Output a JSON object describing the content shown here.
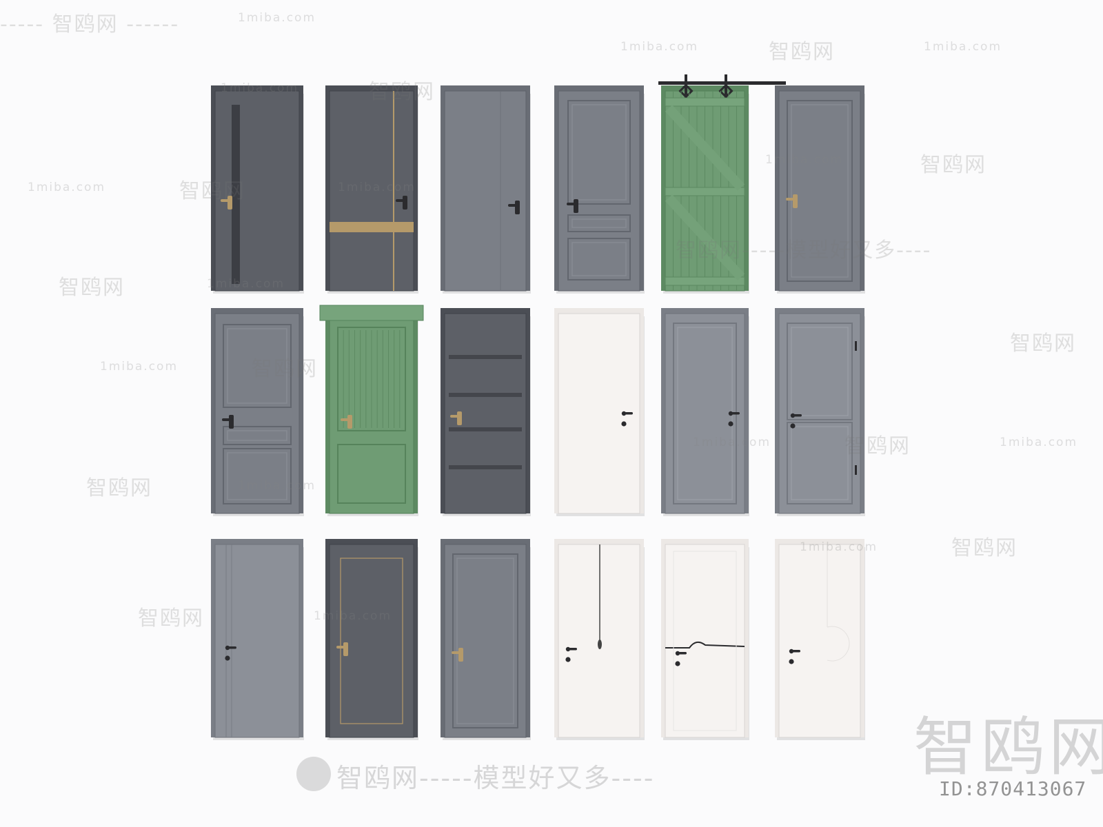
{
  "watermarks": {
    "brand_cn": "智鸥网",
    "brand_domain": "1miba.com",
    "slogan": "智鸥网-----模型好又多----",
    "big_brand": "智鸥网",
    "id_text": "ID:870413067"
  },
  "colors": {
    "background": "#fbfbfc",
    "dark_gray": "#5d6067",
    "mid_gray": "#7b7f87",
    "light_gray": "#8c9098",
    "green": "#6f9c74",
    "white": "#f6f3f1",
    "gold": "#b59a6a",
    "black_hw": "#2b2b2e"
  },
  "doors": [
    {
      "row": 1,
      "col": 1,
      "color": "dark_gray",
      "style": "glass-strip",
      "handle": "gold"
    },
    {
      "row": 1,
      "col": 2,
      "color": "dark_gray",
      "style": "gold-band",
      "handle": "black"
    },
    {
      "row": 1,
      "col": 3,
      "color": "mid_gray",
      "style": "flat",
      "handle": "black"
    },
    {
      "row": 1,
      "col": 4,
      "color": "mid_gray",
      "style": "three-panel",
      "handle": "black"
    },
    {
      "row": 1,
      "col": 5,
      "color": "green",
      "style": "barn-sliding",
      "handle": "none"
    },
    {
      "row": 1,
      "col": 6,
      "color": "mid_gray",
      "style": "single-panel",
      "handle": "gold"
    },
    {
      "row": 2,
      "col": 1,
      "color": "mid_gray",
      "style": "three-panel-classic",
      "handle": "black"
    },
    {
      "row": 2,
      "col": 2,
      "color": "green",
      "style": "classic-pediment",
      "handle": "gold"
    },
    {
      "row": 2,
      "col": 3,
      "color": "dark_gray",
      "style": "horizontal-grooves",
      "handle": "gold"
    },
    {
      "row": 2,
      "col": 4,
      "color": "white",
      "style": "flat",
      "handle": "black"
    },
    {
      "row": 2,
      "col": 5,
      "color": "light_gray",
      "style": "single-panel",
      "handle": "black"
    },
    {
      "row": 2,
      "col": 6,
      "color": "light_gray",
      "style": "two-panel",
      "handle": "black"
    },
    {
      "row": 3,
      "col": 1,
      "color": "light_gray",
      "style": "vertical-lines",
      "handle": "black"
    },
    {
      "row": 3,
      "col": 2,
      "color": "dark_gray",
      "style": "gold-inlay",
      "handle": "gold"
    },
    {
      "row": 3,
      "col": 3,
      "color": "mid_gray",
      "style": "single-panel",
      "handle": "gold"
    },
    {
      "row": 3,
      "col": 4,
      "color": "white",
      "style": "drop-line",
      "handle": "black"
    },
    {
      "row": 3,
      "col": 5,
      "color": "white",
      "style": "wave-line",
      "handle": "black"
    },
    {
      "row": 3,
      "col": 6,
      "color": "white",
      "style": "arc-line",
      "handle": "black"
    }
  ]
}
